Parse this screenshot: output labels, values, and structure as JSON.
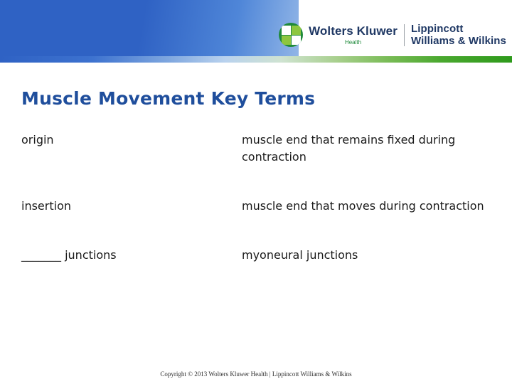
{
  "header": {
    "logo": {
      "mark_name": "wolters-kluwer-logo-mark",
      "brand_line1": "Wolters Kluwer",
      "brand_sub": "Health",
      "imprint_line1": "Lippincott",
      "imprint_line2": "Williams & Wilkins"
    }
  },
  "slide": {
    "title": "Muscle Movement Key Terms",
    "terms": [
      {
        "term": "origin",
        "definition": "muscle end that remains fixed during contraction"
      },
      {
        "term": "insertion",
        "definition": "muscle end that moves during contraction"
      },
      {
        "term": "_______ junctions",
        "definition": "myoneural junctions"
      }
    ],
    "copyright": "Copyright © 2013 Wolters Kluwer Health | Lippincott Williams & Wilkins"
  }
}
